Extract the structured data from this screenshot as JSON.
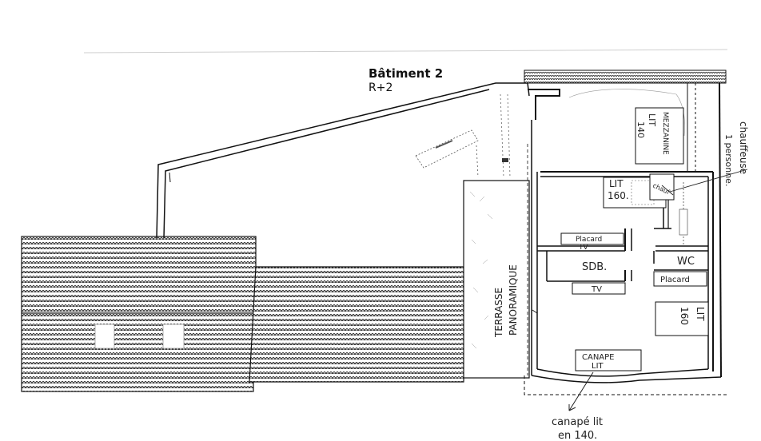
{
  "building": {
    "title": "Bâtiment 2",
    "level": "R+2"
  },
  "rooms": {
    "bed_160": {
      "line1": "LIT",
      "line2": "160."
    },
    "bed_140": {
      "line1": "LIT",
      "line2": "140"
    },
    "mezzanine": "MEZZANINE",
    "chauffeuse": "chauf",
    "wc": "WC",
    "bathroom": "SDB.",
    "placard_1": "Placard",
    "placard_2": "Placard",
    "tv_1": "TV",
    "tv_2": "TV",
    "bed_160b": {
      "line1": "LIT",
      "line2": "160"
    },
    "sofa_bed": {
      "line1": "CANAPE",
      "line2": "LIT"
    }
  },
  "terrace": {
    "line1": "TERRASSE",
    "line2": "PANORAMIQUE"
  },
  "annotations": {
    "chauffeuse": {
      "line1": "chauffeuse",
      "line2": "1 personne."
    },
    "sofa": {
      "line1": "canapé lit",
      "line2": "en 140."
    }
  }
}
